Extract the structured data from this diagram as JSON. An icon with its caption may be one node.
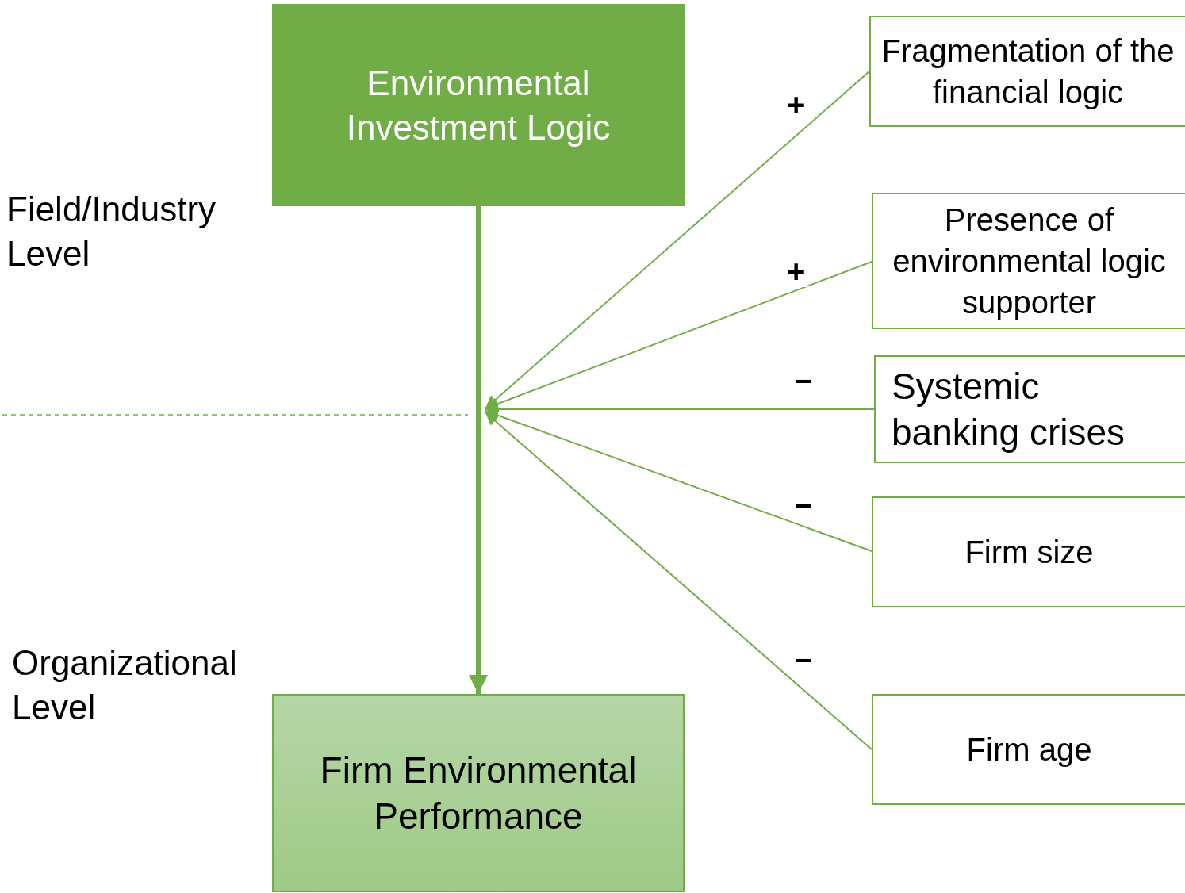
{
  "diagram": {
    "nodes": [
      {
        "text": [
          "Environmental Investment Logic"
        ]
      },
      {
        "text": [
          "Firm Environmental Performance"
        ]
      },
      {
        "text": [
          "Fragmentation of the financial logic"
        ]
      },
      {
        "text": [
          "Presence of environmental logic supporter"
        ]
      },
      {
        "text": [
          "Systemic banking crises"
        ]
      },
      {
        "text": [
          "Firm size"
        ]
      },
      {
        "text": [
          "Firm age"
        ]
      }
    ],
    "edges": [
      {
        "from": 0,
        "to": 1,
        "arrow": "to",
        "style": "thick"
      },
      {
        "from": 2,
        "to": null,
        "arrow": "to",
        "label": "+"
      },
      {
        "from": 3,
        "to": null,
        "arrow": "to",
        "label": "+"
      },
      {
        "from": 4,
        "to": null,
        "arrow": "to",
        "label": "–"
      },
      {
        "from": 5,
        "to": null,
        "arrow": "to",
        "label": "–"
      },
      {
        "from": 6,
        "to": null,
        "arrow": "to",
        "label": "–"
      }
    ],
    "labels": [
      "Field/Industry Level",
      "Organizational Level"
    ]
  }
}
